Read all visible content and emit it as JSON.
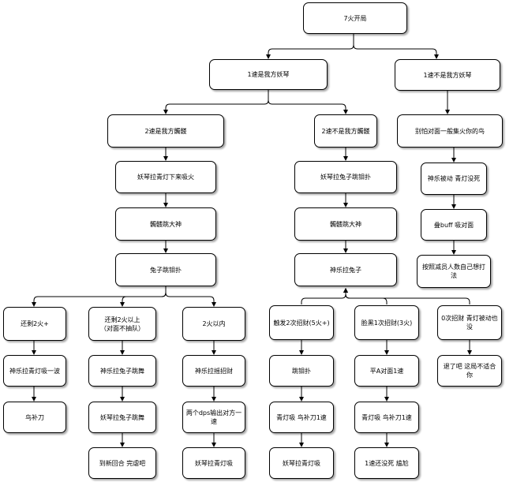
{
  "nodes": {
    "n_root": "7火开局",
    "n_l1": "1速是我方妖琴",
    "n_r1": "1速不是我方妖琴",
    "n_l2": "2速是我方髑髅",
    "n_m2": "2速不是我方髑髅",
    "n_r2": "别怕对面一般集火你的鸟",
    "n_l3": "妖琴拉青灯下来吸火",
    "n_m3": "妖琴拉兔子跳钼扑",
    "n_r3": "神乐被动 青灯没死",
    "n_l4": "髑髅跳大神",
    "n_m4": "髑髅跳大神",
    "n_r4": "叠buff 吸对面",
    "n_l5": "兔子跳钼扑",
    "n_m5": "神乐拉兔子",
    "n_r5": "按照减员人数自己想打法",
    "c1_1": "还剩2火+",
    "c1_2": "神乐拉青灯吸一波",
    "c1_3": "鸟补刀",
    "c2_1": "还剩2火以上\n（对面不抽队）",
    "c2_2": "神乐拉兔子跳舞",
    "c2_3": "妖琴拉兔子跳舞",
    "c2_4": "到新回合 完虐吧",
    "c3_1": "2火以内",
    "c3_2": "神乐拉摇招财",
    "c3_3": "两个dps输出对方一速",
    "c3_4": "妖琴拉青灯吸",
    "c4_1": "触发2次招财(5火+)",
    "c4_2": "跳钼扑",
    "c4_3": "青灯吸 鸟补刀1速",
    "c4_4": "妖琴拉青灯吸",
    "c5_1": "脸黑1次招财(3火)",
    "c5_2": "平A对面1速",
    "c5_3": "青灯吸 鸟补刀1速",
    "c5_4": "1速还没死 尴尬",
    "c6_1": "0次招财 青灯被动也没",
    "c6_2": "退了吧 这局不适合你"
  }
}
